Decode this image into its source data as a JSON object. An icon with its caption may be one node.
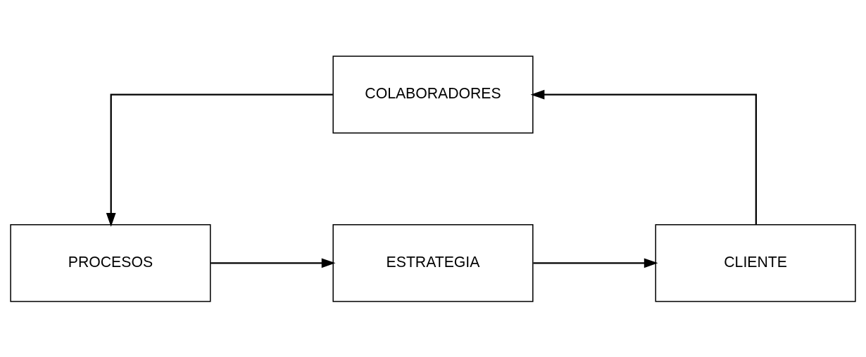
{
  "diagram": {
    "nodes": [
      {
        "text": [
          "ESTRATEGIA"
        ]
      },
      {
        "text": [
          "CLIENTE"
        ]
      },
      {
        "text": [
          "COLABORADORES"
        ]
      },
      {
        "text": [
          "PROCESOS"
        ]
      }
    ],
    "edges": [
      {
        "from": 0,
        "to": 1,
        "arrow": "to"
      },
      {
        "from": 1,
        "to": 2,
        "arrow": "to"
      },
      {
        "from": 2,
        "to": 3,
        "arrow": "to"
      },
      {
        "from": 3,
        "to": 0,
        "arrow": "to"
      }
    ]
  }
}
